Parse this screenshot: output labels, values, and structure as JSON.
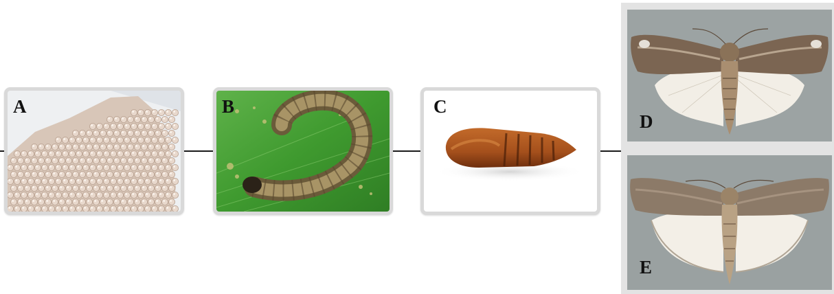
{
  "panels": [
    {
      "label": "A",
      "subject": "egg-mass"
    },
    {
      "label": "B",
      "subject": "larva"
    },
    {
      "label": "C",
      "subject": "pupa"
    },
    {
      "label": "D",
      "subject": "adult-moth"
    },
    {
      "label": "E",
      "subject": "adult-moth"
    }
  ],
  "colors": {
    "frame": "#d9d9d9",
    "connector": "#1a1a1a",
    "moth_background": "#9ca3a3",
    "leaf_green": "#3f9a2f",
    "pupa_brown": "#a5501c",
    "egg_cream": "#e8d8cc"
  }
}
